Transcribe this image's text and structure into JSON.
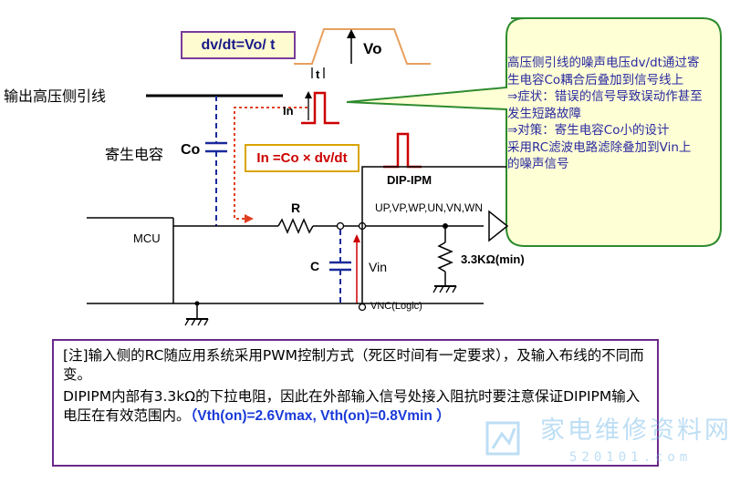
{
  "labels": {
    "output_hv_lead": "输出高压侧引线",
    "parasitic_cap": "寄生电容",
    "co": "Co",
    "mcu": "MCU",
    "r": "R",
    "c": "C",
    "vin": "Vin",
    "dip_ipm": "DIP-IPM",
    "inputs": "UP,VP,WP,UN,VN,WN",
    "pulldown": "3.3KΩ(min)",
    "vnc": "VNC(Logic)",
    "vo": "Vo",
    "t": "t",
    "in": "In"
  },
  "formulas": {
    "dvdt": "dv/dt=Vo/ t",
    "in_eq": "In =Co × dv/dt"
  },
  "callout": {
    "lines": [
      "高压侧引线的噪声电压dv/dt通过寄生电容Co耦合后叠加到信号线上",
      "⇒症状：错误的信号导致误动作甚至发生短路故障",
      "⇒对策：寄生电容Co小的设计",
      "采用RC滤波电路滤除叠加到Vin上的噪声信号"
    ]
  },
  "note": {
    "p1": "[注]输入侧的RC随应用系统采用PWM控制方式（死区时间有一定要求），及输入布线的不同而变。",
    "p2_main": "DIPIPM内部有3.3kΩ的下拉电阻，因此在外部输入信号处接入阻抗时要注意保证DIPIPM输入电压在有效范围内。",
    "p2_range": "（Vth(on)=2.6Vmax, Vth(on)=0.8Vmin ）"
  },
  "watermark": {
    "main": "家电维修资料网",
    "sub": "520101.com"
  },
  "colors": {
    "formula_bg": "#fffbd0",
    "formula_border": "#7a3b9a",
    "callout_bg": "#ffffd6",
    "callout_border": "#2e8b2e",
    "pulse": "#cc0000",
    "parasitic": "#1a2a9a",
    "waveform": "#e8a060"
  }
}
